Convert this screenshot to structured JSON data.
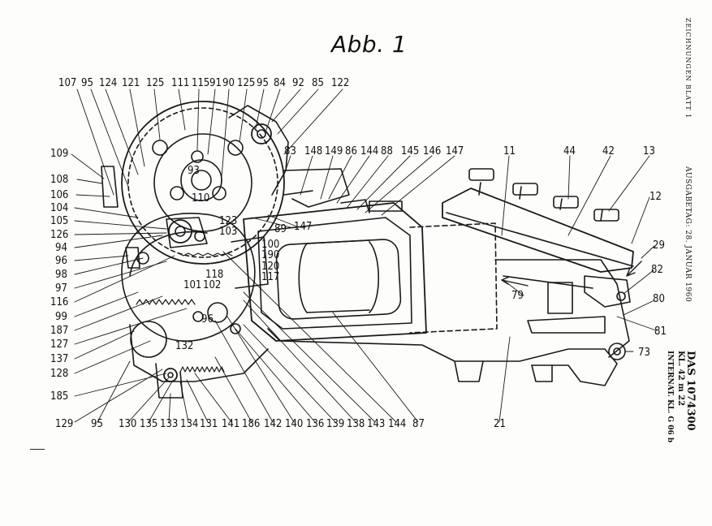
{
  "title": "Abb. 1",
  "side_text": {
    "sheet": "ZEICHNUNGEN BLATT 1",
    "date": "AUSGABETAG: 28. JANUAR 1960",
    "patent": "DAS 1074300",
    "kl": "KL. 42 m  22",
    "intern": "INTERNAT. KL.  G 06 b"
  },
  "labels": {
    "top_row": [
      "107",
      "95",
      "124",
      "121",
      "125",
      "111",
      "115",
      "91",
      "90",
      "125",
      "95",
      "84",
      "92",
      "85",
      "122"
    ],
    "left_col": [
      "109",
      "108",
      "106",
      "104",
      "105",
      "126",
      "94",
      "96",
      "98",
      "97",
      "116",
      "99",
      "187",
      "127",
      "137",
      "128",
      "185"
    ],
    "bottom_row": [
      "129",
      "95",
      "130",
      "135",
      "133",
      "134",
      "131",
      "141",
      "186",
      "142",
      "140",
      "136",
      "139",
      "138",
      "143",
      "144",
      "87",
      "21"
    ],
    "upper_mid": [
      "83",
      "148",
      "149",
      "86",
      "144",
      "88",
      "145",
      "146",
      "147",
      "11",
      "44",
      "42",
      "13",
      "12",
      "29",
      "82",
      "80",
      "81",
      "79",
      "73",
      "89",
      "147"
    ],
    "inner": [
      "93",
      "110",
      "123",
      "103",
      "100",
      "190",
      "120",
      "117",
      "118",
      "102",
      "101",
      "96",
      "132"
    ]
  }
}
